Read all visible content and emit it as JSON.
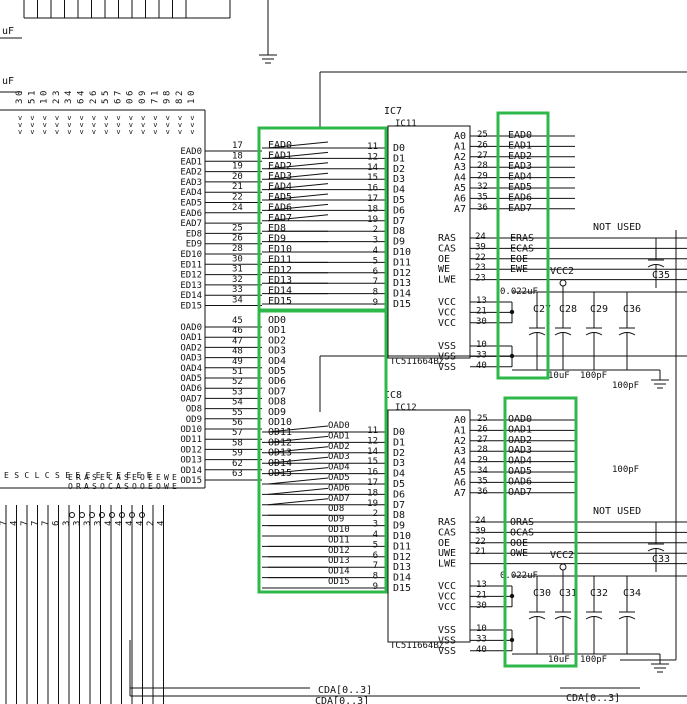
{
  "left_chip": {
    "top_pin_nums": [
      "3",
      "5",
      "1",
      "2",
      "3",
      "6",
      "2",
      "5",
      "6",
      "0",
      "0",
      "7",
      "9",
      "8",
      "1",
      "0",
      "1",
      "0",
      "3",
      "4",
      "4",
      "6",
      "5",
      "7",
      "6",
      "9",
      "1",
      "8",
      "2",
      "0"
    ],
    "upper_signals": [
      "EAD0",
      "EAD1",
      "EAD2",
      "EAD3",
      "EAD4",
      "EAD5",
      "EAD6",
      "EAD7",
      "ED8",
      "ED9",
      "ED10",
      "ED11",
      "ED12",
      "ED13",
      "ED14",
      "ED15"
    ],
    "upper_pins": [
      "17",
      "18",
      "19",
      "20",
      "21",
      "22",
      "24",
      "25",
      "26",
      "28",
      "30",
      "31",
      "32",
      "33",
      "34"
    ],
    "lower_signals": [
      "OAD0",
      "OAD1",
      "OAD2",
      "OAD3",
      "OAD4",
      "OAD5",
      "OAD6",
      "OAD7",
      "OD8",
      "OD9",
      "OD10",
      "OD11",
      "OD12",
      "OD13",
      "OD14",
      "OD15"
    ],
    "lower_pins": [
      "45",
      "46",
      "47",
      "48",
      "49",
      "51",
      "52",
      "53",
      "54",
      "55",
      "56",
      "57",
      "58",
      "59",
      "62",
      "63"
    ],
    "bottom_pin_nums": [
      "7",
      "4",
      "7",
      "7",
      "7",
      "6",
      "3",
      "3",
      "3",
      "3",
      "4",
      "4",
      "4",
      "4",
      "2",
      "4"
    ],
    "cas_letters": [
      "E",
      "R",
      "A",
      "S",
      "E",
      "C",
      "A",
      "S",
      "E",
      "O",
      "E",
      "E",
      "W",
      "E",
      "O",
      "R",
      "A",
      "S",
      "O",
      "C",
      "A",
      "S",
      "O",
      "O",
      "E",
      "O",
      "W",
      "E"
    ]
  },
  "ic7": {
    "label": "IC7",
    "id": "IC11",
    "part": "TC511664BZ",
    "bus_in": [
      "EAD0",
      "EAD1",
      "EAD2",
      "EAD3",
      "EAD4",
      "EAD5",
      "EAD6",
      "EAD7",
      "ED8",
      "ED9",
      "ED10",
      "ED11",
      "ED12",
      "ED13",
      "ED14",
      "ED15"
    ],
    "d_pins": [
      "11",
      "12",
      "14",
      "15",
      "16",
      "17",
      "18",
      "19",
      "2",
      "3",
      "4",
      "5",
      "6",
      "7",
      "8",
      "9"
    ],
    "d_labels": [
      "D0",
      "D1",
      "D2",
      "D3",
      "D4",
      "D5",
      "D6",
      "D7",
      "D8",
      "D9",
      "D10",
      "D11",
      "D12",
      "D13",
      "D14",
      "D15"
    ],
    "a_labels": [
      "A0",
      "A1",
      "A2",
      "A3",
      "A4",
      "A5",
      "A6",
      "A7"
    ],
    "a_pins": [
      "25",
      "26",
      "27",
      "28",
      "29",
      "32",
      "35",
      "36"
    ],
    "a_nets": [
      "EAD0",
      "EAD1",
      "EAD2",
      "EAD3",
      "EAD4",
      "EAD5",
      "EAD6",
      "EAD7"
    ],
    "ctrl_labels": [
      "RAS",
      "CAS",
      "OE",
      "WE",
      "LWE"
    ],
    "ctrl_pins": [
      "24",
      "39",
      "22",
      "23",
      "23"
    ],
    "ctrl_nets": [
      "ERAS",
      "ECAS",
      "EOE",
      "EWE",
      ""
    ],
    "vcc_labels": [
      "VCC",
      "VCC",
      "VCC"
    ],
    "vcc_pins": [
      "13",
      "21",
      "30"
    ],
    "vss_labels": [
      "VSS",
      "VSS",
      "VSS"
    ],
    "vss_pins": [
      "10",
      "33",
      "40"
    ],
    "vcc_net": "VCC2",
    "cap_val": "0.022uF",
    "caps": [
      "C27",
      "C28",
      "C29",
      "C36",
      "C35"
    ],
    "not_used": "NOT USED",
    "val_10uf": "10uF",
    "val_100pf_a": "100pF",
    "val_100pf_b": "100pF"
  },
  "ic8": {
    "label": "IC8",
    "id": "IC12",
    "part": "TC511664BZ",
    "bus_in": [
      "OD0",
      "OD1",
      "OD2",
      "OD3",
      "OD4",
      "OD5",
      "OD6",
      "OD7",
      "OD8",
      "OD9",
      "OD10",
      "OD11",
      "OD12",
      "OD13",
      "OD14",
      "OD15"
    ],
    "d_nets": [
      "OAD0",
      "OAD1",
      "OAD2",
      "OAD3",
      "OAD4",
      "OAD5",
      "OAD6",
      "OAD7",
      "OD8",
      "OD9",
      "OD10",
      "OD11",
      "OD12",
      "OD13",
      "OD14",
      "OD15"
    ],
    "d_pins": [
      "11",
      "12",
      "14",
      "15",
      "16",
      "17",
      "18",
      "19",
      "2",
      "3",
      "4",
      "5",
      "6",
      "7",
      "8",
      "9"
    ],
    "d_labels": [
      "D0",
      "D1",
      "D2",
      "D3",
      "D4",
      "D5",
      "D6",
      "D7",
      "D8",
      "D9",
      "D10",
      "D11",
      "D12",
      "D13",
      "D14",
      "D15"
    ],
    "a_labels": [
      "A0",
      "A1",
      "A2",
      "A3",
      "A4",
      "A5",
      "A6",
      "A7"
    ],
    "a_pins": [
      "25",
      "26",
      "27",
      "28",
      "29",
      "34",
      "35",
      "36"
    ],
    "a_nets": [
      "OAD0",
      "OAD1",
      "OAD2",
      "OAD3",
      "OAD4",
      "OAD5",
      "OAD6",
      "OAD7"
    ],
    "ctrl_labels": [
      "RAS",
      "CAS",
      "OE",
      "UWE",
      "LWE"
    ],
    "ctrl_pins": [
      "24",
      "39",
      "22",
      "21",
      ""
    ],
    "ctrl_nets": [
      "ORAS",
      "OCAS",
      "OOE",
      "OWE",
      ""
    ],
    "vcc_labels": [
      "VCC",
      "VCC",
      "VCC"
    ],
    "vcc_pins": [
      "13",
      "21",
      "30"
    ],
    "vss_labels": [
      "VSS",
      "VSS",
      "VSS"
    ],
    "vss_pins": [
      "10",
      "33",
      "40"
    ],
    "vcc_net": "VCC2",
    "cap_val": "0.022uF",
    "caps": [
      "C30",
      "C31",
      "C32",
      "C34",
      "C33"
    ],
    "not_used": "NOT USED",
    "val_10uf": "10uF",
    "val_100pf_a": "100pF",
    "val_100pf_b": "100pF"
  },
  "left_top": {
    "uf1": "uF",
    "uf2": "uF"
  },
  "bottom_bus": {
    "cda_left": "CDA[0..3]",
    "cda_right": "CDA[0..3]",
    "cda_under": "CDA[0..3]"
  },
  "colors": {
    "ink": "#111111",
    "highlight": "#2eb84a"
  }
}
